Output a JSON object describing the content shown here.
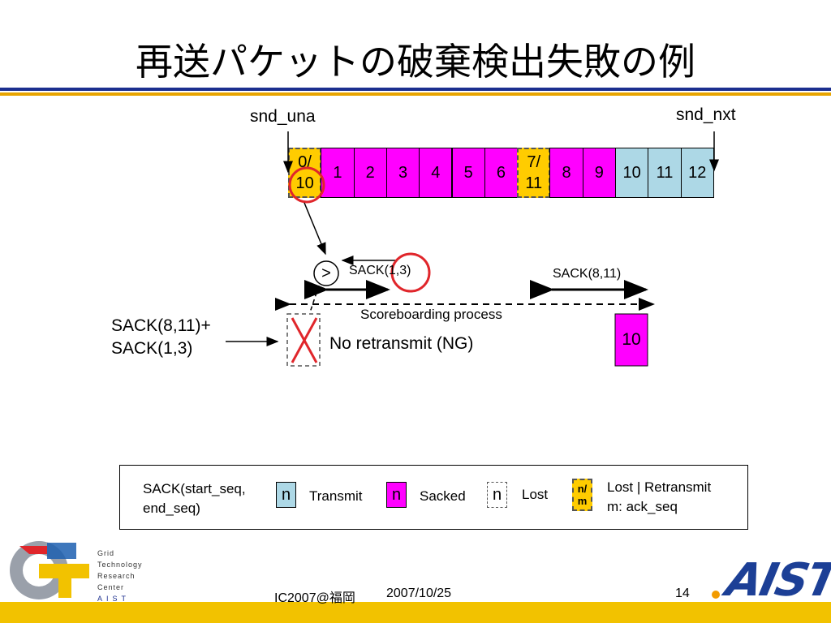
{
  "title": "再送パケットの破棄検出失敗の例",
  "labels": {
    "snd_una": "snd_una",
    "snd_nxt": "snd_nxt",
    "compare": ">",
    "sack_1_3": "SACK(1,3)",
    "sack_8_11": "SACK(8,11)",
    "scoreboarding": "Scoreboarding process",
    "left_line1": "SACK(8,11)+",
    "left_line2": "SACK(1,3)",
    "no_retransmit": "No retransmit (NG)",
    "resent_box": "10"
  },
  "sequence": [
    {
      "top": "0/",
      "bottom": "10",
      "state": "retransmit"
    },
    {
      "top": "1",
      "state": "sacked"
    },
    {
      "top": "2",
      "state": "sacked"
    },
    {
      "top": "3",
      "state": "sacked"
    },
    {
      "top": "4",
      "state": "sacked"
    },
    {
      "top": "5",
      "state": "sacked"
    },
    {
      "top": "6",
      "state": "sacked"
    },
    {
      "top": "7/",
      "bottom": "11",
      "state": "retransmit"
    },
    {
      "top": "8",
      "state": "sacked"
    },
    {
      "top": "9",
      "state": "sacked"
    },
    {
      "top": "10",
      "state": "transmit"
    },
    {
      "top": "11",
      "state": "transmit"
    },
    {
      "top": "12",
      "state": "transmit"
    }
  ],
  "legend": {
    "sack_def_line1": "SACK(start_seq,",
    "sack_def_line2": "end_seq)",
    "chip_n": "n",
    "transmit": "Transmit",
    "sacked": "Sacked",
    "lost": "Lost",
    "retx_chip_top": "n/",
    "retx_chip_bottom": "m",
    "retx_line1": "Lost | Retransmit",
    "retx_line2": "m: ack_seq"
  },
  "colors": {
    "sacked": "#ff00ff",
    "transmit": "#add8e6",
    "retransmit": "#ffcc00",
    "highlight_circle": "#e0262b",
    "cross": "#e0262b"
  },
  "footer": {
    "event": "IC2007@福岡",
    "date": "2007/10/25",
    "page": "14",
    "grc_lines": [
      "Grid",
      "Technology",
      "Research",
      "Center",
      "AIST"
    ],
    "aist_logo": "AIST"
  }
}
